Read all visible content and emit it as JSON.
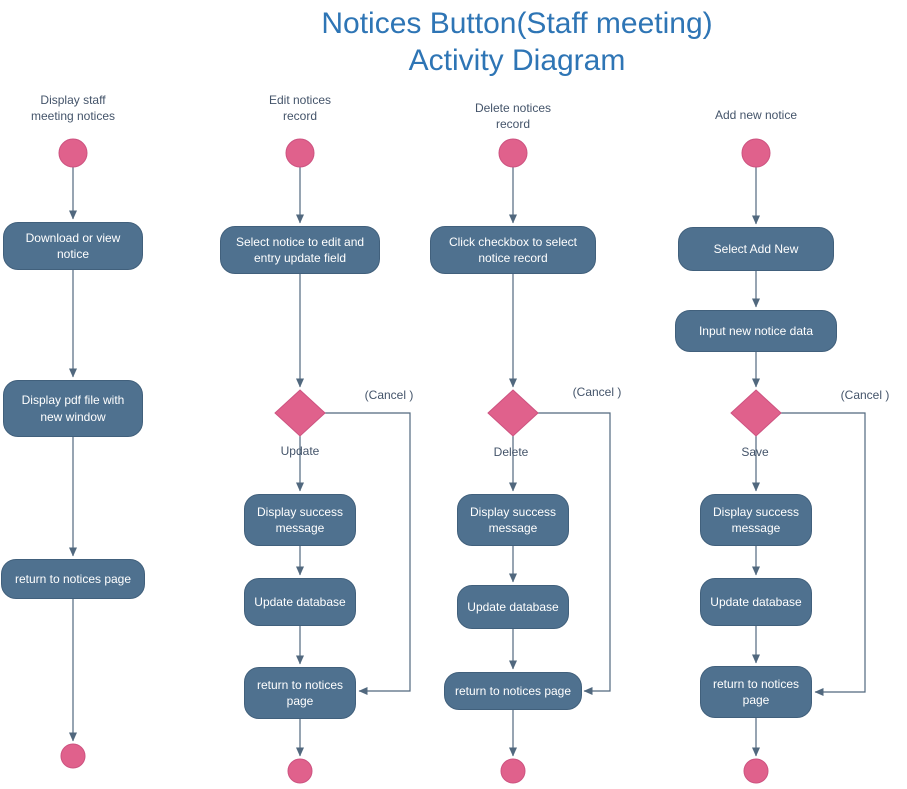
{
  "title": {
    "line1": "Notices Button(Staff meeting)",
    "line2": "Activity Diagram"
  },
  "colors": {
    "title_text": "#2e75b5",
    "node_fill": "#4f718f",
    "node_border": "#41607c",
    "node_text": "#ffffff",
    "accent_pink": "#e0618c",
    "accent_pink_border": "#cd5380",
    "label_text": "#44546a",
    "connector": "#51687e",
    "background": "#ffffff"
  },
  "lanes": [
    {
      "header": "Display staff\nmeeting notices",
      "nodes": [
        "Download or view notice",
        "Display pdf file with new window",
        "return to notices page"
      ]
    },
    {
      "header": "Edit notices\nrecord",
      "branch_label": "Update",
      "cancel_label": "(Cancel )",
      "nodes": [
        "Select notice to edit and entry update field",
        "Display success message",
        "Update database",
        "return to notices page"
      ]
    },
    {
      "header": "Delete notices\nrecord",
      "branch_label": "Delete",
      "cancel_label": "(Cancel )",
      "nodes": [
        "Click checkbox to select notice record",
        "Display success message",
        "Update database",
        "return to notices page"
      ]
    },
    {
      "header": "Add new notice",
      "branch_label": "Save",
      "cancel_label": "(Cancel )",
      "nodes": [
        "Select Add New",
        "Input new notice data",
        "Display success message",
        "Update database",
        "return to notices page"
      ]
    }
  ]
}
